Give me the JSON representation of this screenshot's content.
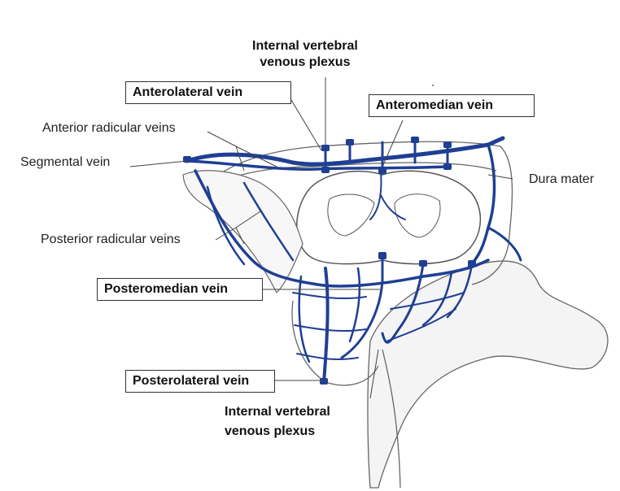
{
  "labels": {
    "internal_vertebral_top_1": "Internal vertebral",
    "internal_vertebral_top_2": "venous plexus",
    "anterolateral_vein": "Anterolateral vein",
    "anteromedian_vein": "Anteromedian vein",
    "anterior_radicular_veins": "Anterior radicular veins",
    "segmental_vein": "Segmental vein",
    "dura_mater": "Dura mater",
    "posterior_radicular_veins": "Posterior radicular veins",
    "posteromedian_vein": "Posteromedian vein",
    "posterolateral_vein": "Posterolateral vein",
    "internal_vertebral_bottom_1": "Internal vertebral",
    "internal_vertebral_bottom_2": "venous plexus"
  },
  "colors": {
    "vein": "#1f3f94",
    "outline": "#555555",
    "bone_fill": "#f4f4f4",
    "leader": "#444444"
  }
}
